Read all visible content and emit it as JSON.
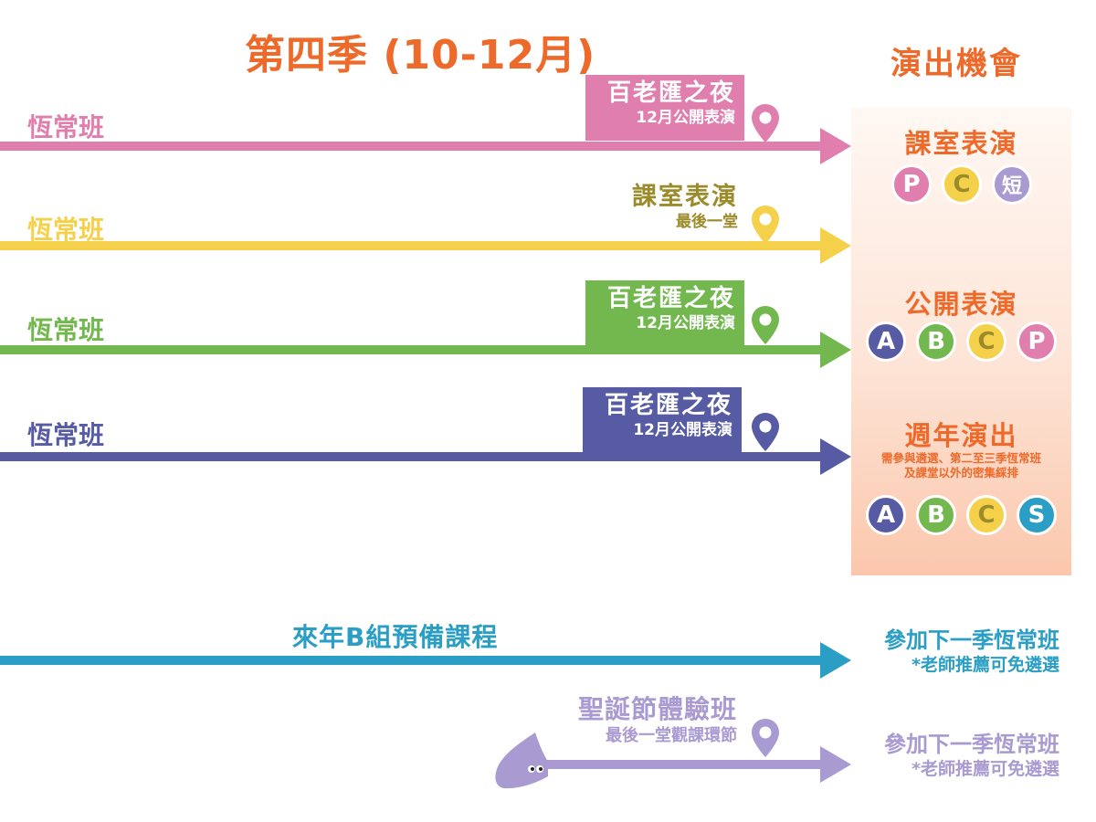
{
  "title": "第四季 (10-12月)",
  "performance_title": "演出機會",
  "colors": {
    "pink": "#e07fae",
    "yellow": "#f5d14b",
    "green": "#72b84f",
    "navy": "#575ba3",
    "teal": "#2a9ec4",
    "lavender": "#a99bd1",
    "orange": "#ee6a2a"
  },
  "rows": [
    {
      "label": "恆常班",
      "event_main": "百老匯之夜",
      "event_sub": "12月公開表演"
    },
    {
      "label": "恆常班",
      "event_main": "課室表演",
      "event_sub": "最後一堂"
    },
    {
      "label": "恆常班",
      "event_main": "百老匯之夜",
      "event_sub": "12月公開表演"
    },
    {
      "label": "恆常班",
      "event_main": "百老匯之夜",
      "event_sub": "12月公開表演"
    }
  ],
  "panel": {
    "classroom": {
      "title": "課室表演",
      "badges": [
        "P",
        "C",
        "短"
      ]
    },
    "public": {
      "title": "公開表演",
      "badges": [
        "A",
        "B",
        "C",
        "P"
      ]
    },
    "annual": {
      "title": "週年演出",
      "note_line1": "需參與遴選、第二至三季恆常班",
      "note_line2": "及課堂以外的密集綵排",
      "badges": [
        "A",
        "B",
        "C",
        "S"
      ]
    }
  },
  "next_year": {
    "label": "來年B組預備課程",
    "result_main": "參加下一季恆常班",
    "result_sub": "*老師推薦可免遴選"
  },
  "xmas": {
    "label_main": "聖誕節體驗班",
    "label_sub": "最後一堂觀課環節",
    "result_main": "參加下一季恆常班",
    "result_sub": "*老師推薦可免遴選"
  }
}
